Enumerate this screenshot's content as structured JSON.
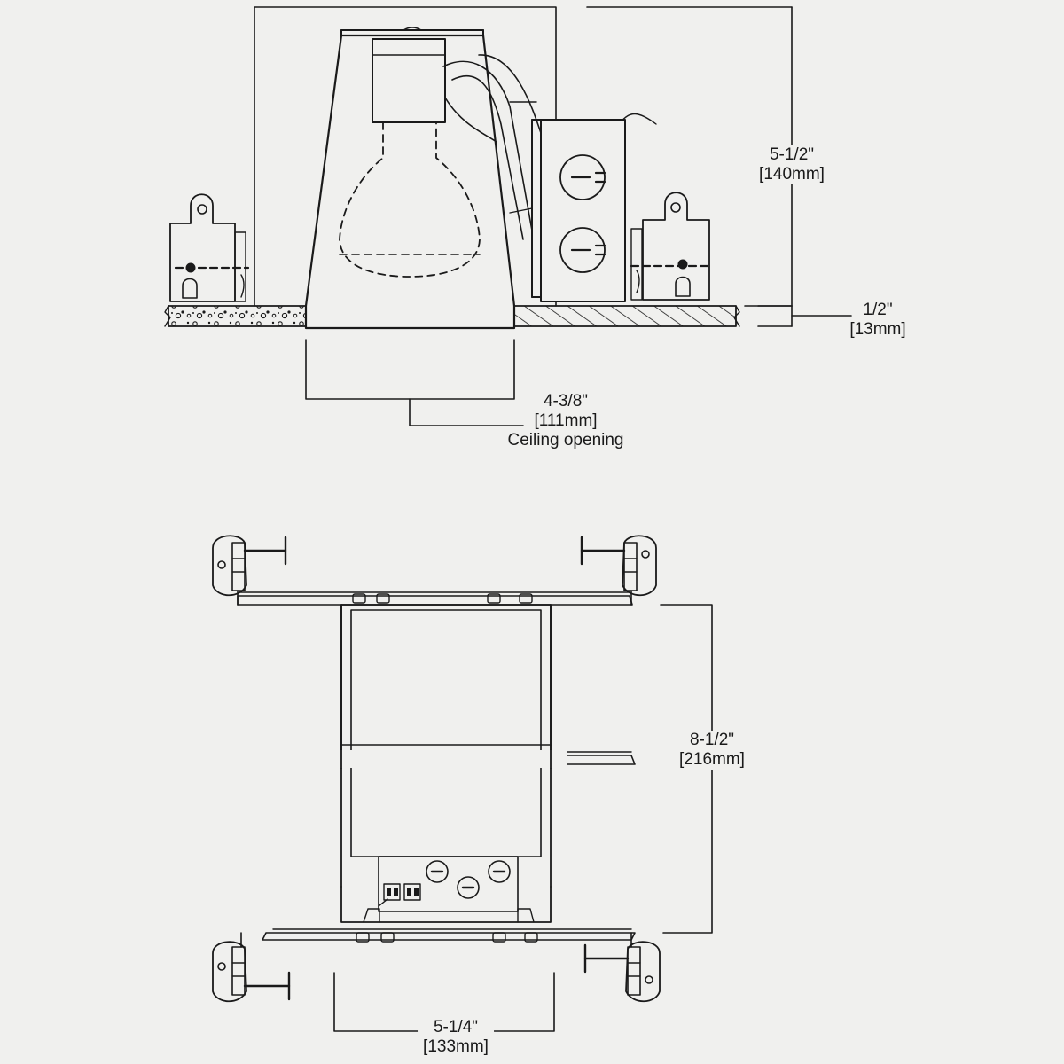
{
  "colors": {
    "line": "#1a1a1a",
    "background": "#f0f0ee",
    "fill": "#f0f0ee"
  },
  "dimensions": {
    "height": {
      "imperial": "5-1/2\"",
      "metric": "[140mm]"
    },
    "ceiling_thickness": {
      "imperial": "1/2\"",
      "metric": "[13mm]"
    },
    "ceiling_opening": {
      "imperial": "4-3/8\"",
      "metric": "[111mm]",
      "note": "Ceiling opening"
    },
    "frame_length": {
      "imperial": "8-1/2\"",
      "metric": "[216mm]"
    },
    "frame_width": {
      "imperial": "5-1/4\"",
      "metric": "[133mm]"
    }
  }
}
